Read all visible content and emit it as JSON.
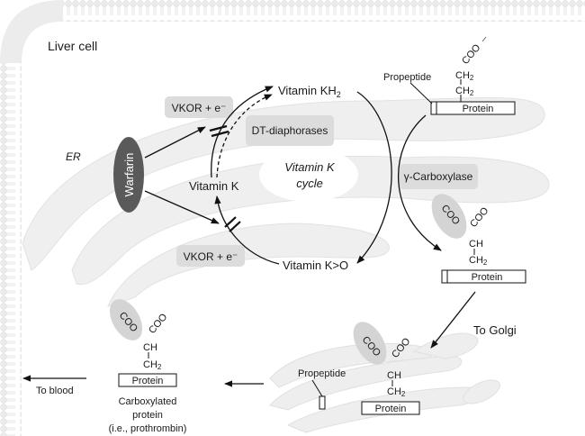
{
  "title": "Liver cell",
  "compartments": {
    "er": "ER",
    "golgi_label": "To Golgi",
    "blood_label": "To blood"
  },
  "inhibitor": {
    "name": "Warfarin"
  },
  "enzymes": {
    "vkor_top": "VKOR + e⁻",
    "vkor_bottom": "VKOR + e⁻",
    "dt_diaphorases": "DT-diaphorases",
    "gamma_carboxylase": "γ-Carboxylase"
  },
  "cycle": {
    "center_line1": "Vitamin K",
    "center_line2": "cycle",
    "vitamin_kh2": "Vitamin KH",
    "vitamin_kh2_sub": "2",
    "vitamin_k": "Vitamin K",
    "vitamin_ko": "Vitamin K>O"
  },
  "molecules": {
    "propeptide": "Propeptide",
    "protein": "Protein",
    "coo": "COO",
    "ch": "CH",
    "ch2": "CH",
    "sub2": "2",
    "minus": "–"
  },
  "final_product": {
    "line1": "Carboxylated",
    "line2": "protein",
    "line3": "(i.e., prothrombin)"
  },
  "colors": {
    "membrane": "#e6e6e6",
    "organelle": "#eeeeee",
    "enzyme_box": "#dcdcdc",
    "warfarin": "#5a5a5a",
    "text": "#1a1a1a"
  }
}
